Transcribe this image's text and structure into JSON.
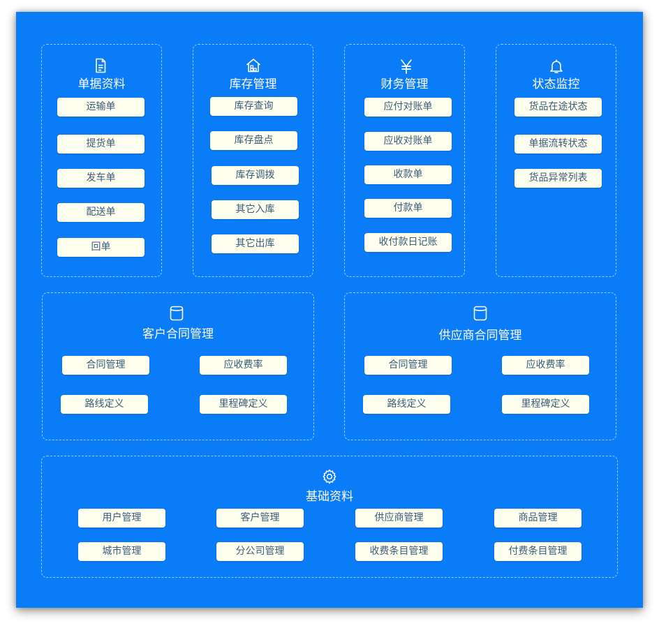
{
  "groups": {
    "documents": {
      "title": "单据资料",
      "icon": "document-icon",
      "items": [
        "运输单",
        "提货单",
        "发车单",
        "配送单",
        "回单"
      ]
    },
    "inventory": {
      "title": "库存管理",
      "icon": "warehouse-icon",
      "items": [
        "库存查询",
        "库存盘点",
        "库存调拨",
        "其它入库",
        "其它出库"
      ]
    },
    "finance": {
      "title": "财务管理",
      "icon": "yen-icon",
      "items": [
        "应付对账单",
        "应收对账单",
        "收款单",
        "付款单",
        "收付款日记账"
      ]
    },
    "monitor": {
      "title": "状态监控",
      "icon": "bell-icon",
      "items": [
        "货品在途状态",
        "单据流转状态",
        "货品异常列表"
      ]
    },
    "customer_contract": {
      "title": "客户合同管理",
      "icon": "cylinder-icon",
      "items": [
        "合同管理",
        "应收费率",
        "路线定义",
        "里程碑定义"
      ]
    },
    "supplier_contract": {
      "title": "供应商合同管理",
      "icon": "cylinder-icon",
      "items": [
        "合同管理",
        "应收费率",
        "路线定义",
        "里程碑定义"
      ]
    },
    "basic": {
      "title": "基础资料",
      "icon": "gear-icon",
      "items": [
        "用户管理",
        "客户管理",
        "供应商管理",
        "商品管理",
        "城市管理",
        "分公司管理",
        "收费条目管理",
        "付费条目管理"
      ]
    }
  },
  "colors": {
    "panel_background": "#0b7cf8",
    "button_background": "#fffff0",
    "button_text": "#3b5b7a",
    "title_text": "#ffffff"
  }
}
